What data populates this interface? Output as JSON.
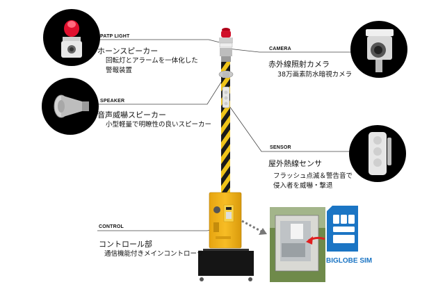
{
  "callouts": {
    "patp": {
      "label_en": "PATP LIGHT",
      "title": "ホーンスピーカー",
      "desc": [
        "回転灯とアラームを一体化した",
        "警報装置"
      ],
      "icon": "rotating-beacon-icon"
    },
    "speaker": {
      "label_en": "SPEAKER",
      "title": "音声威嚇スピーカー",
      "desc": [
        "小型軽量で明瞭性の良いスピーカー"
      ],
      "icon": "horn-speaker-icon"
    },
    "control": {
      "label_en": "CONTROL",
      "title": "コントロール部",
      "desc": [
        "通信機能付きメインコントローラ"
      ]
    },
    "camera": {
      "label_en": "CAMERA",
      "title": "赤外線照射カメラ",
      "desc": [
        "38万画素防水暗視カメラ"
      ],
      "icon": "security-camera-icon"
    },
    "sensor": {
      "label_en": "SENSOR",
      "title": "屋外熱線センサ",
      "desc": [
        "フラッシュ点滅＆警告音で",
        "侵入者を威嚇・撃退"
      ],
      "icon": "motion-sensor-icon"
    }
  },
  "sim": {
    "label": "BIGLOBE SIM",
    "icon": "sim-card-icon",
    "color": "#1b75c4"
  },
  "colors": {
    "pole_yellow": "#f0c419",
    "pole_black": "#1a1a1a",
    "cabinet": "#f2b21a",
    "beacon_red": "#d0102a",
    "arrow_red": "#e02020"
  }
}
